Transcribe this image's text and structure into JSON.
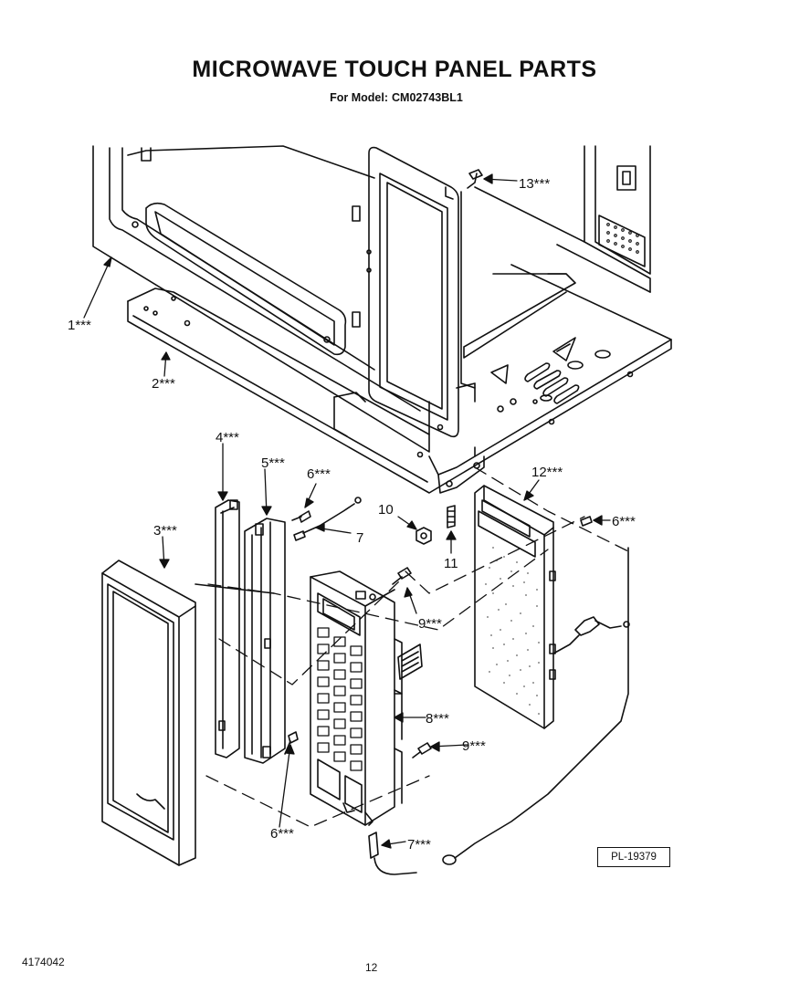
{
  "header": {
    "title": "MICROWAVE TOUCH PANEL PARTS",
    "model_prefix": "For Model:",
    "model": "CM02743BL1"
  },
  "callouts": {
    "c1": "1***",
    "c2": "2***",
    "c3": "3***",
    "c4": "4***",
    "c5": "5***",
    "c6a": "6***",
    "c6b": "6***",
    "c6c": "6***",
    "c7a": "7",
    "c7b": "7***",
    "c8": "8***",
    "c9a": "9***",
    "c9b": "9***",
    "c10": "10",
    "c11": "11",
    "c12": "12***",
    "c13": "13***"
  },
  "footer": {
    "plate_id": "PL-19379",
    "doc_number": "4174042",
    "page_number": "12"
  }
}
